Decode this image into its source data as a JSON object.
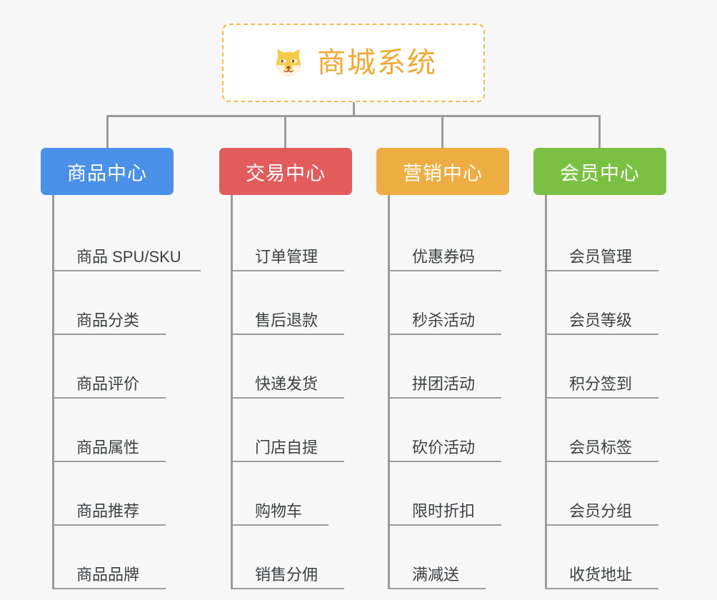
{
  "diagram": {
    "title": "商城系统",
    "background_color": "#f7f7f7",
    "root": {
      "label": "商城系统",
      "icon": "shiba-dog-icon",
      "text_color": "#efa935",
      "border_color": "#f0b849",
      "background_color": "#ffffff"
    },
    "connector_color": "#9b9b9b",
    "columns": [
      {
        "label": "商品中心",
        "color": "#4a90e8",
        "items": [
          "商品 SPU/SKU",
          "商品分类",
          "商品评价",
          "商品属性",
          "商品推荐",
          "商品品牌"
        ]
      },
      {
        "label": "交易中心",
        "color": "#e25c5c",
        "items": [
          "订单管理",
          "售后退款",
          "快递发货",
          "门店自提",
          "购物车",
          "销售分佣"
        ]
      },
      {
        "label": "营销中心",
        "color": "#eead42",
        "items": [
          "优惠券码",
          "秒杀活动",
          "拼团活动",
          "砍价活动",
          "限时折扣",
          "满减送"
        ]
      },
      {
        "label": "会员中心",
        "color": "#7ac143",
        "items": [
          "会员管理",
          "会员等级",
          "积分签到",
          "会员标签",
          "会员分组",
          "收货地址"
        ]
      }
    ]
  }
}
